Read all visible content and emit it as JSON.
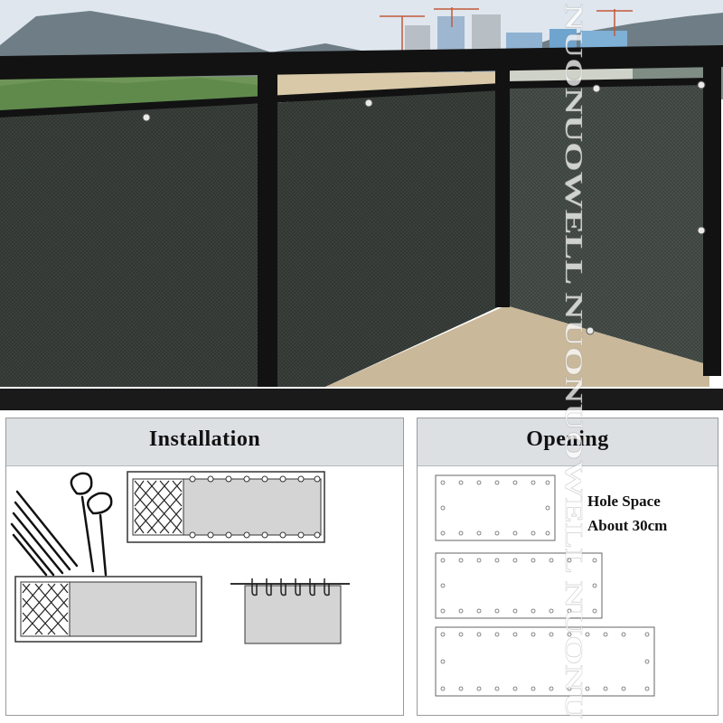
{
  "installation": {
    "title": "Installation"
  },
  "opening": {
    "title": "Opening",
    "hole_space_label": "Hole Space",
    "hole_space_value": "About 30cm"
  },
  "watermark": {
    "text": "NUONUOWELL NUONUOWELL NUONU"
  },
  "colors": {
    "mesh": "#2b302d",
    "frame": "#121212",
    "sky": "#dfe6ee",
    "panel_header": "#dde0e3"
  }
}
